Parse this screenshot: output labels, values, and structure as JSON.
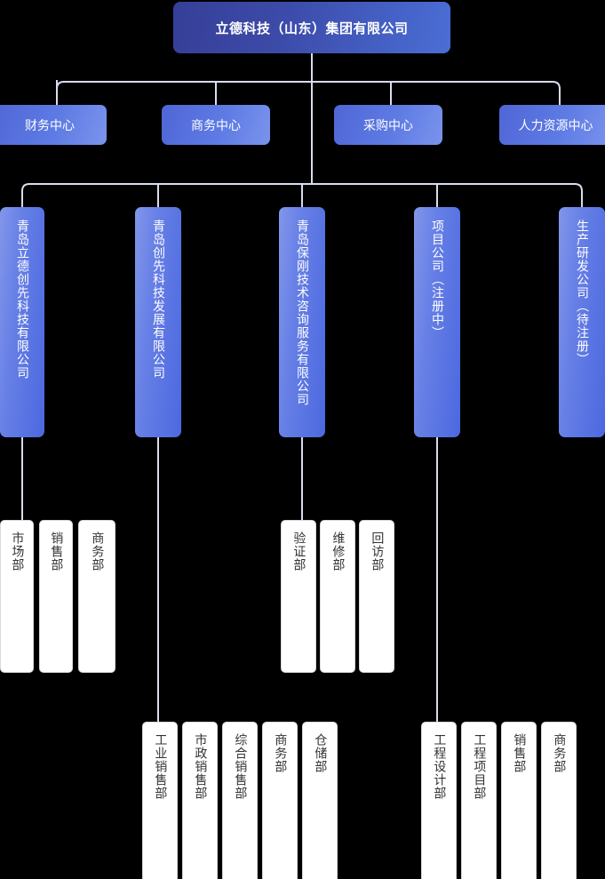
{
  "chart_meta": {
    "type": "org-chart",
    "background_color": "#000000",
    "line_color": "#d8dced",
    "root_gradient": [
      "#363F97",
      "#4A6ED6"
    ],
    "center_gradient": [
      "#4F66D6",
      "#7A94EC"
    ],
    "company_gradient": [
      "#8196EA",
      "#4B68DF"
    ],
    "dept_background": "#ffffff",
    "dept_text_color": "#333333"
  },
  "root": {
    "label": "立德科技（山东）集团有限公司"
  },
  "centers": [
    {
      "label": "财务中心"
    },
    {
      "label": "商务中心"
    },
    {
      "label": "采购中心"
    },
    {
      "label": "人力资源中心"
    }
  ],
  "companies": [
    {
      "label": "青岛立德创先科技有限公司"
    },
    {
      "label": "青岛创先科技发展有限公司"
    },
    {
      "label": "青岛保刚技术咨询服务有限公司"
    },
    {
      "label": "项目公司（注册中）"
    },
    {
      "label": "生产研发公司（待注册）"
    }
  ],
  "departments": {
    "company_1": [
      {
        "label": "市场部"
      },
      {
        "label": "销售部"
      },
      {
        "label": "商务部"
      }
    ],
    "company_2": [
      {
        "label": "工业销售部"
      },
      {
        "label": "市政销售部"
      },
      {
        "label": "综合销售部"
      },
      {
        "label": "商务部"
      },
      {
        "label": "仓储部"
      }
    ],
    "company_3": [
      {
        "label": "验证部"
      },
      {
        "label": "维修部"
      },
      {
        "label": "回访部"
      }
    ],
    "company_4": [
      {
        "label": "工程设计部"
      },
      {
        "label": "工程项目部"
      },
      {
        "label": "销售部"
      },
      {
        "label": "商务部"
      }
    ]
  }
}
